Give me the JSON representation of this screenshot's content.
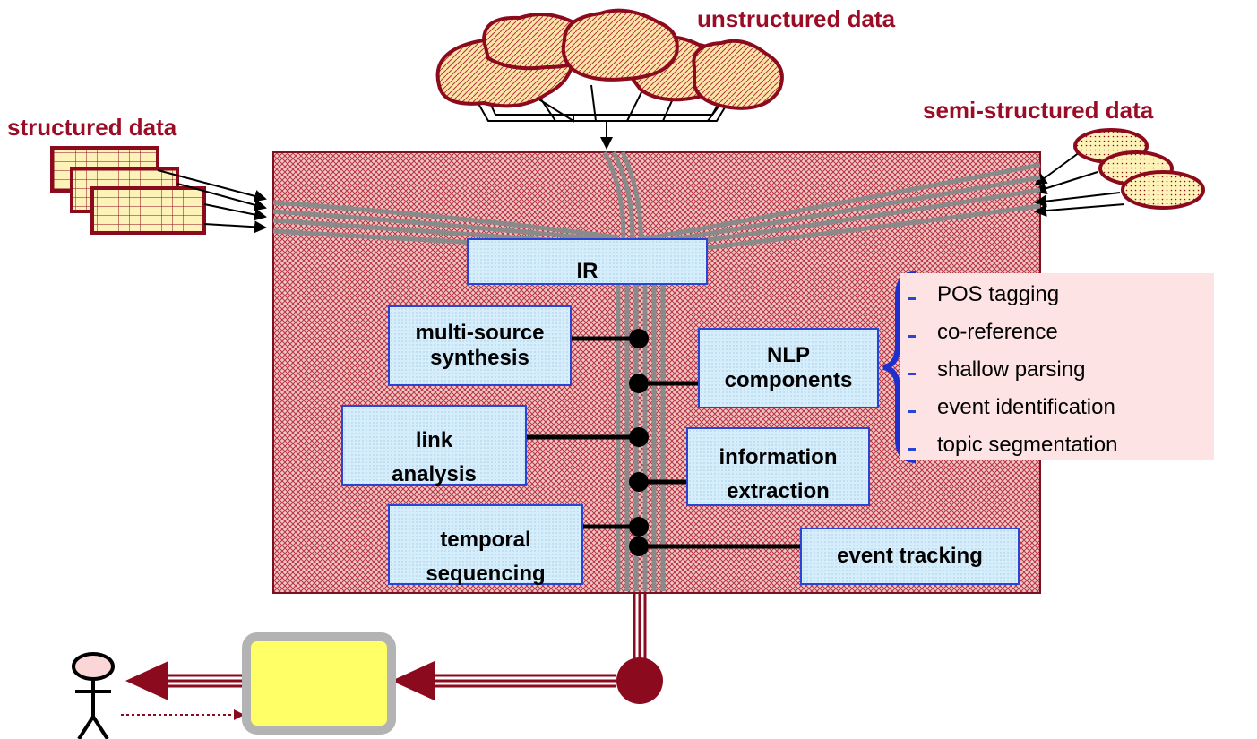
{
  "labels": {
    "unstructured": "unstructured data",
    "structured": "structured data",
    "semi_structured": "semi-structured data"
  },
  "components": {
    "ir": "IR",
    "multi_source": [
      "multi-source",
      "synthesis"
    ],
    "nlp": [
      "NLP",
      "components"
    ],
    "link": [
      "link",
      "analysis"
    ],
    "info_extraction": [
      "information",
      "extraction"
    ],
    "temporal": [
      "temporal",
      "sequencing"
    ],
    "event_tracking": "event tracking"
  },
  "nlp_components_list": [
    "POS tagging",
    "co-reference",
    "shallow parsing",
    "event identification",
    "topic segmentation"
  ],
  "colors": {
    "maroon": "#8b0a1e",
    "label_red": "#9b0d26",
    "box_fill": "#d6eefb",
    "box_border": "#2a44d6",
    "nlp_list_bg": "#fde3e3",
    "output_box": "#ffff66",
    "gray_bus": "#8a8a8a"
  },
  "icons": [
    "user-stick-figure-icon",
    "cloud-icon",
    "table-icon",
    "disk-icon"
  ]
}
